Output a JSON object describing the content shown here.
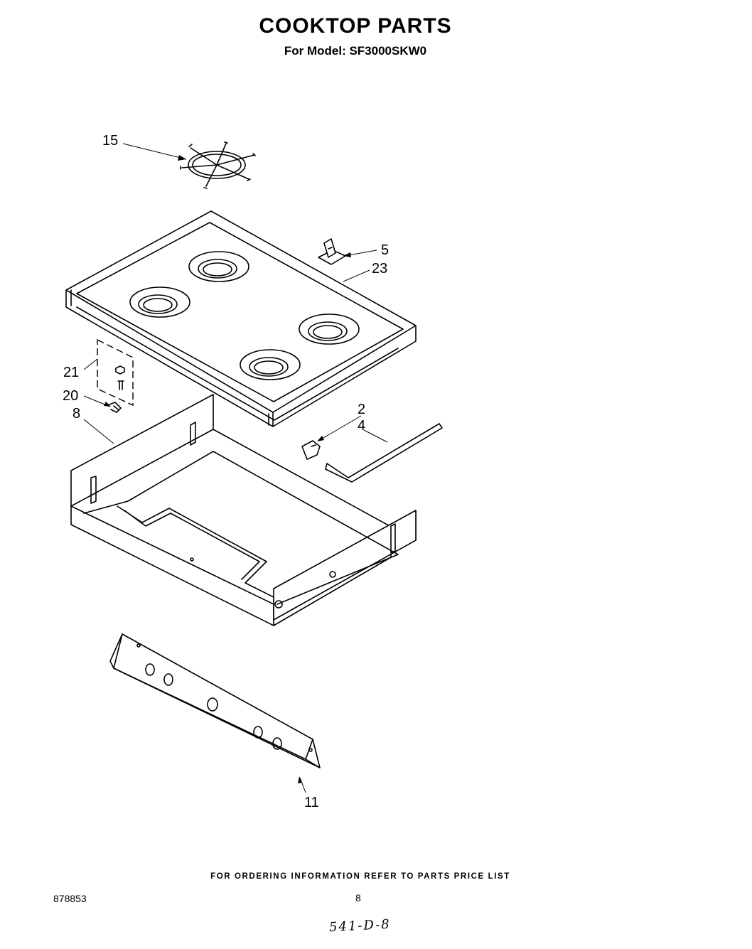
{
  "header": {
    "title": "COOKTOP PARTS",
    "model": "For Model: SF3000SKW0"
  },
  "callouts": {
    "grate": "15",
    "bracket": "5",
    "cooktop": "23",
    "box": "21",
    "clip": "20",
    "burner_box": "8",
    "spring": "2",
    "rod": "4",
    "panel": "11"
  },
  "footer": {
    "note": "FOR ORDERING INFORMATION REFER TO PARTS PRICE LIST",
    "doc_number": "878853",
    "page": "8",
    "handwritten": "541-D-8"
  }
}
